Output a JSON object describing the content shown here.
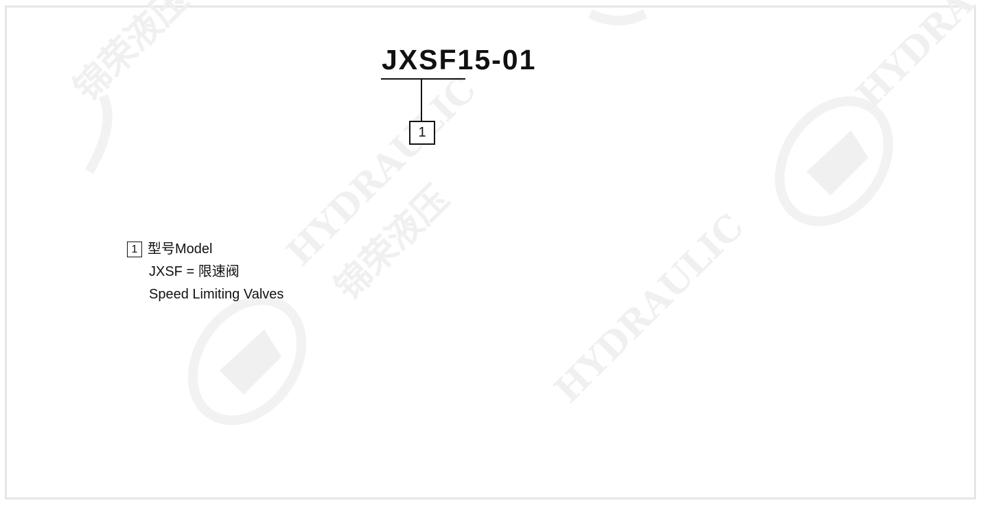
{
  "diagram": {
    "model_code": "JXSF15-01",
    "callout_number": "1"
  },
  "legend": {
    "number": "1",
    "heading": "型号Model",
    "definition": "JXSF = 限速阀",
    "english": "Speed Limiting Valves"
  },
  "watermark": {
    "brand_en": "HYDRAULIC",
    "brand_cn": "锦荣液压"
  }
}
